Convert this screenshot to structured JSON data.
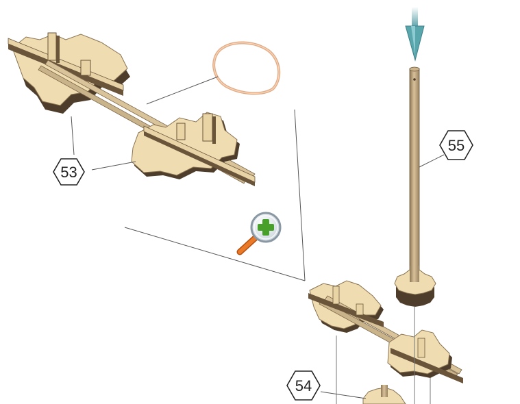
{
  "labels": {
    "step53": "53",
    "step54": "54",
    "step55": "55"
  },
  "colors": {
    "wood_top": "#f0dfb6",
    "wood_mid": "#e3c993",
    "wood_edge": "#6a553b",
    "wood_dark": "#4d3d2a",
    "rod": "#c8b088",
    "leader_line": "#555555",
    "arrow": "#5aa6ad",
    "band": "#e7b38f",
    "magnifier_handle": "#d9661a",
    "magnifier_plus": "#4aa12b"
  },
  "icons": {
    "zoom": "zoom-in-icon",
    "arrow": "insert-arrow-icon",
    "band": "rubber-band-icon"
  }
}
